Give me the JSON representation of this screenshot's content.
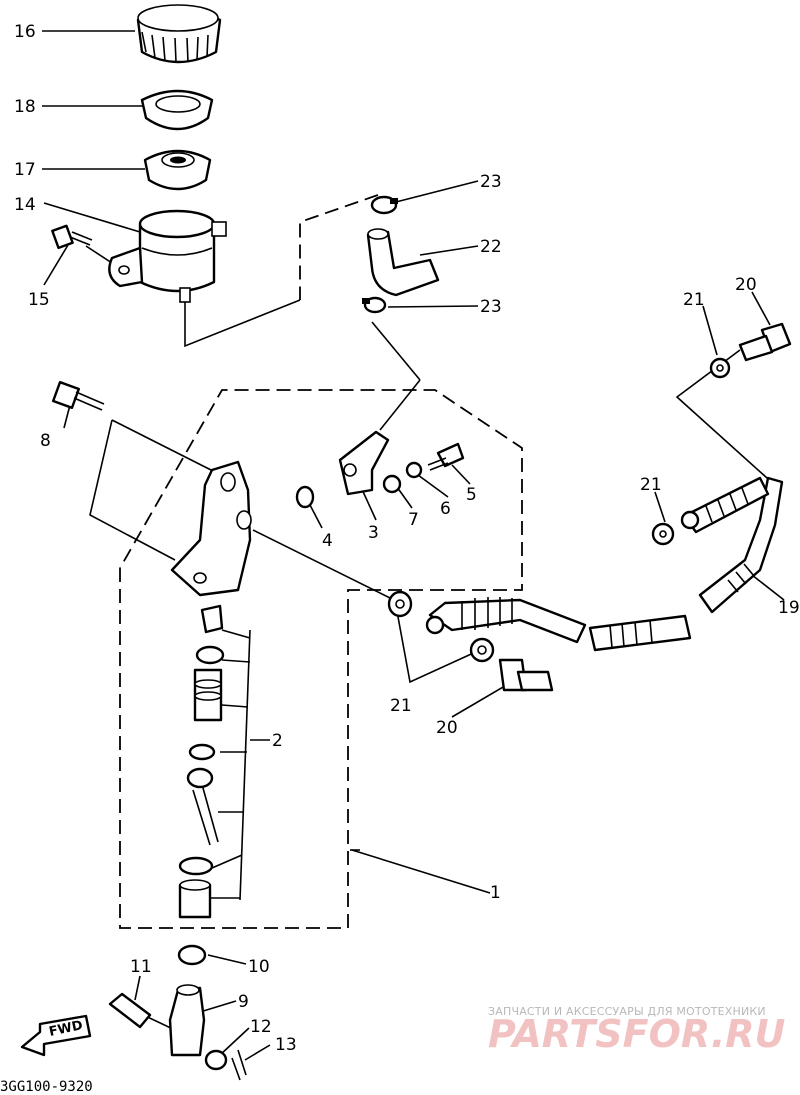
{
  "diagram": {
    "callouts": {
      "c1": "1",
      "c2": "2",
      "c3": "3",
      "c4": "4",
      "c5": "5",
      "c6": "6",
      "c7": "7",
      "c8": "8",
      "c9": "9",
      "c10": "10",
      "c11": "11",
      "c12": "12",
      "c13": "13",
      "c14": "14",
      "c15": "15",
      "c16": "16",
      "c17": "17",
      "c18": "18",
      "c19": "19",
      "c20a": "20",
      "c20b": "20",
      "c21a": "21",
      "c21b": "21",
      "c21c": "21",
      "c22": "22",
      "c23a": "23",
      "c23b": "23"
    },
    "fwd_label": "FWD",
    "drawing_code": "3GG100-9320"
  },
  "watermark": {
    "tagline": "ЗАПЧАСТИ И АКСЕССУАРЫ ДЛЯ МОТОТЕХНИКИ",
    "logo": "PARTSFOR.RU"
  }
}
